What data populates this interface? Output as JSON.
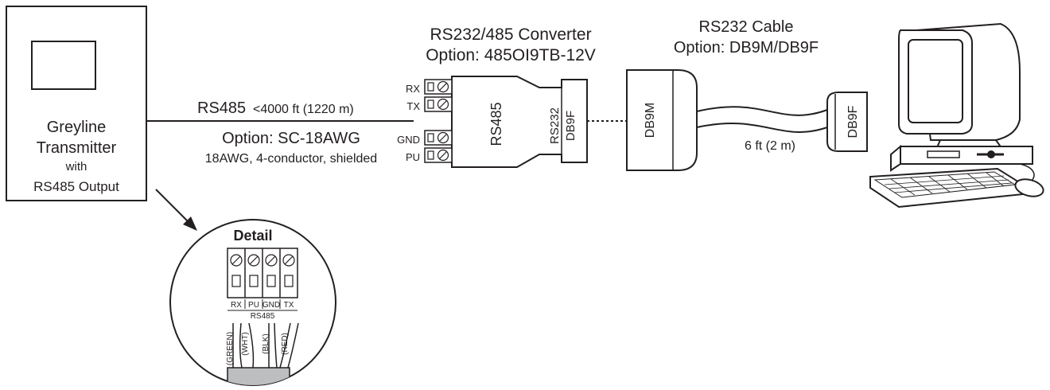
{
  "transmitter": {
    "line1": "Greyline",
    "line2": "Transmitter",
    "line3": "with",
    "line4": "RS485 Output"
  },
  "cable485": {
    "label": "RS485",
    "length": "<4000 ft (1220 m)",
    "option": "Option: SC-18AWG",
    "spec": "18AWG, 4-conductor, shielded"
  },
  "converter": {
    "title": "RS232/485 Converter",
    "option": "Option: 485OI9TB-12V",
    "terminals": [
      "RX",
      "TX",
      "GND",
      "PU"
    ],
    "body_label": "RS485",
    "port_label_1": "RS232",
    "port_label_2": "DB9F"
  },
  "cable232": {
    "title": "RS232 Cable",
    "option": "Option: DB9M/DB9F",
    "connector_male": "DB9M",
    "connector_female": "DB9F",
    "length": "6 ft (2 m)"
  },
  "detail": {
    "title": "Detail",
    "terminals": [
      "RX",
      "PU",
      "GND",
      "TX"
    ],
    "group_label": "RS485",
    "wires": [
      "(GREEN)",
      "(WHT)",
      "(BLK)",
      "(RED)"
    ]
  }
}
